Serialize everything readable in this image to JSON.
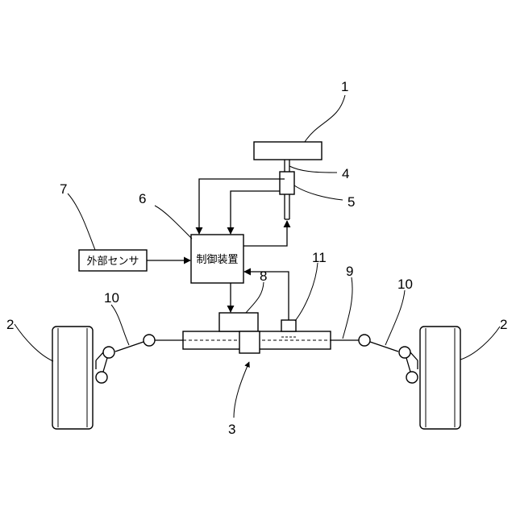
{
  "labels": {
    "ref_1": "1",
    "ref_2_left": "2",
    "ref_2_right": "2",
    "ref_3": "3",
    "ref_4": "4",
    "ref_5": "5",
    "ref_6": "6",
    "ref_7": "7",
    "ref_8": "8",
    "ref_9": "9",
    "ref_10_left": "10",
    "ref_10_right": "10",
    "ref_11": "11"
  },
  "boxes": {
    "external_sensor": "外部センサ",
    "control_device": "制御装置"
  }
}
